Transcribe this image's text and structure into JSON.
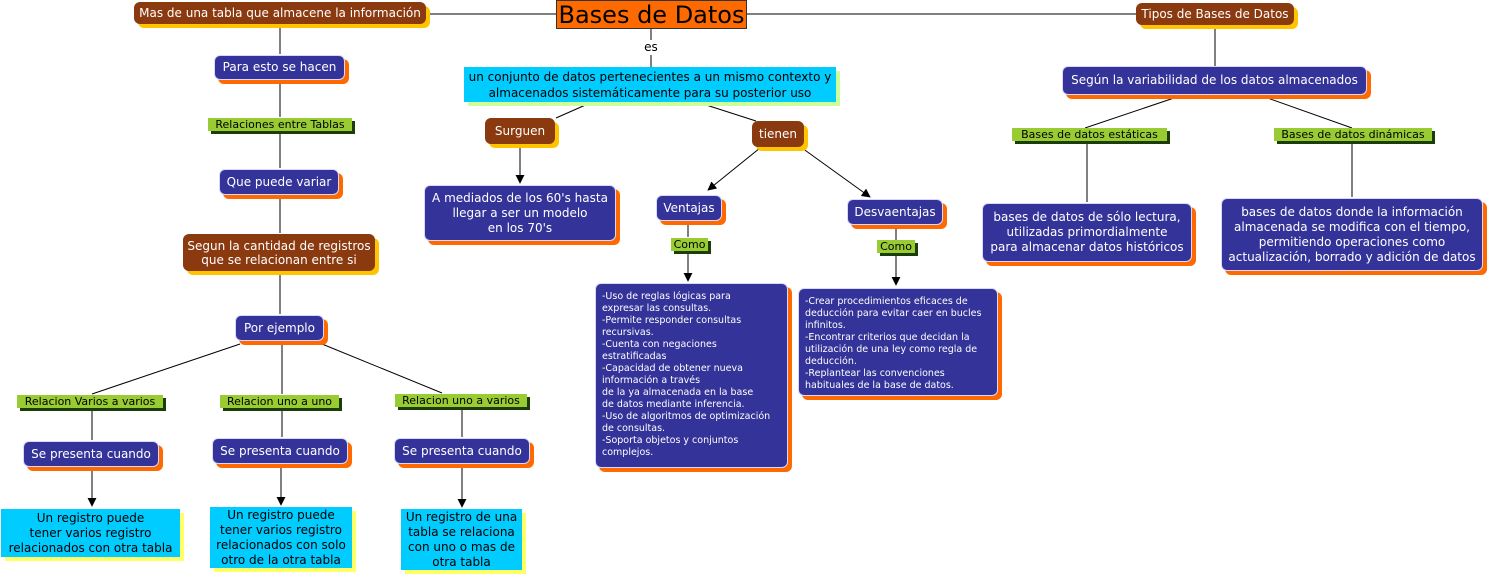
{
  "nodes": {
    "root": "Bases de Datos",
    "es": "es",
    "definicion": "un conjunto de datos pertenecientes a un mismo contexto y\nalmacenados sistemáticamente para su posterior uso",
    "surguen": "Surguen",
    "mediados": "A mediados de los 60's hasta\nllegar a ser un modelo\nen los 70's",
    "tienen": "tienen",
    "ventajas": "Ventajas",
    "como_v": "Como",
    "ventajas_list": "-Uso de reglas lógicas para\n  expresar las consultas.\n-Permite responder consultas\n  recursivas.\n-Cuenta con negaciones\n  estratificadas\n-Capacidad de obtener nueva\n  información a través\nde la ya almacenada en la base\nde datos mediante inferencia.\n-Uso de algoritmos de optimización\n  de consultas.\n-Soporta objetos y conjuntos\n  complejos.",
    "desventajas": "Desvaentajas",
    "como_d": "Como",
    "desventajas_list": "-Crear procedimientos eficaces de\ndeducción para evitar caer en bucles\ninfinitos.\n-Encontrar criterios que decidan la\nutilización de una ley como regla de\ndeducción.\n-Replantear las convenciones\nhabituales de la base de datos.",
    "mas_tabla": "Mas de una tabla que almacene la información",
    "para_esto": "Para esto se hacen",
    "relaciones": "Relaciones entre Tablas",
    "puede_variar": "Que puede variar",
    "segun_cantidad": "Segun la cantidad de registros\nque se relacionan entre si",
    "por_ejemplo": "Por ejemplo",
    "rel_vv": "Relacion Varios a varios",
    "rel_uu": "Relacion uno a uno",
    "rel_uv": "Relacion uno a varios",
    "se_presenta_1": "Se presenta cuando",
    "se_presenta_2": "Se presenta cuando",
    "se_presenta_3": "Se presenta cuando",
    "desc_vv": "Un registro puede\ntener varios registro\nrelacionados con otra tabla",
    "desc_uu": "Un registro puede\ntener varios registro\nrelacionados con solo\notro de la otra tabla",
    "desc_uv": "Un registro de una\ntabla se relaciona\ncon uno o mas de\notra tabla",
    "tipos": "Tipos de Bases de Datos",
    "segun_variabilidad": "Según la variabilidad de los datos almacenados",
    "estaticas": "Bases de datos estáticas",
    "dinamicas": "Bases de datos dinámicas",
    "desc_estaticas": "bases de datos de sólo lectura,\nutilizadas primordialmente\npara almacenar datos históricos",
    "desc_dinamicas": "bases de datos donde la información\nalmacenada se modifica con el tiempo,\npermitiendo operaciones como\nactualización, borrado y adición de datos"
  },
  "colors": {
    "title": "#ff6a00",
    "brown": "#8b3a10",
    "blue": "#333399",
    "cyan": "#00ccff",
    "green": "#99cc33"
  }
}
